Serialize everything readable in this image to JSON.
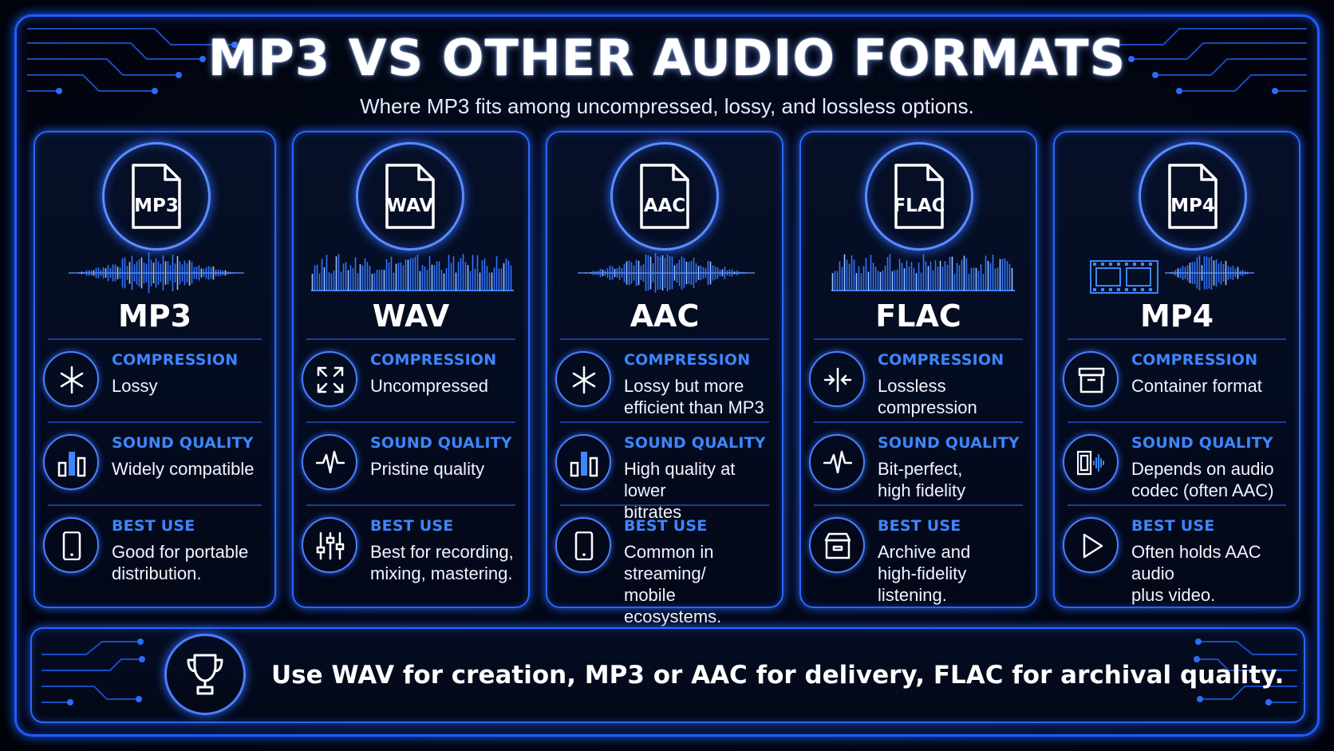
{
  "title": "MP3 VS OTHER AUDIO FORMATS",
  "subtitle": "Where MP3 fits among uncompressed, lossy, and lossless options.",
  "colors": {
    "accent": "#2a66ff",
    "label": "#3d86ff",
    "background": "#020612"
  },
  "labels": {
    "compression": "COMPRESSION",
    "sound_quality": "SOUND QUALITY",
    "best_use": "BEST USE"
  },
  "cards": [
    {
      "badge": "MP3",
      "name": "MP3",
      "compression": "Lossy",
      "sound_quality": "Widely compatible",
      "best_use": "Good for portable\ndistribution.",
      "icons": [
        "compress-star-icon",
        "bar-chart-icon",
        "smartphone-icon"
      ]
    },
    {
      "badge": "WAV",
      "name": "WAV",
      "compression": "Uncompressed",
      "sound_quality": "Pristine quality",
      "best_use": "Best for recording,\nmixing, mastering.",
      "icons": [
        "expand-arrows-icon",
        "waveform-icon",
        "mixer-sliders-icon"
      ]
    },
    {
      "badge": "AAC",
      "name": "AAC",
      "compression": "Lossy but more\nefficient than MP3",
      "sound_quality": "High quality at lower\nbitrates",
      "best_use": "Common in streaming/\nmobile ecosystems.",
      "icons": [
        "compress-star-icon",
        "bar-chart-icon",
        "smartphone-icon"
      ]
    },
    {
      "badge": "FLAC",
      "name": "FLAC",
      "compression": "Lossless\ncompression",
      "sound_quality": "Bit-perfect,\nhigh fidelity",
      "best_use": "Archive and\nhigh-fidelity listening.",
      "icons": [
        "compress-arrows-icon",
        "waveform-icon",
        "archive-box-icon"
      ]
    },
    {
      "badge": "MP4",
      "name": "MP4",
      "compression": "Container format",
      "sound_quality": "Depends on audio\ncodec (often AAC)",
      "best_use": "Often holds AAC audio\nplus video.",
      "icons": [
        "container-box-icon",
        "film-audio-icon",
        "play-icon"
      ]
    }
  ],
  "footer": {
    "text": "Use WAV for creation, MP3 or AAC for delivery, FLAC for archival quality.",
    "icon": "trophy-icon"
  }
}
